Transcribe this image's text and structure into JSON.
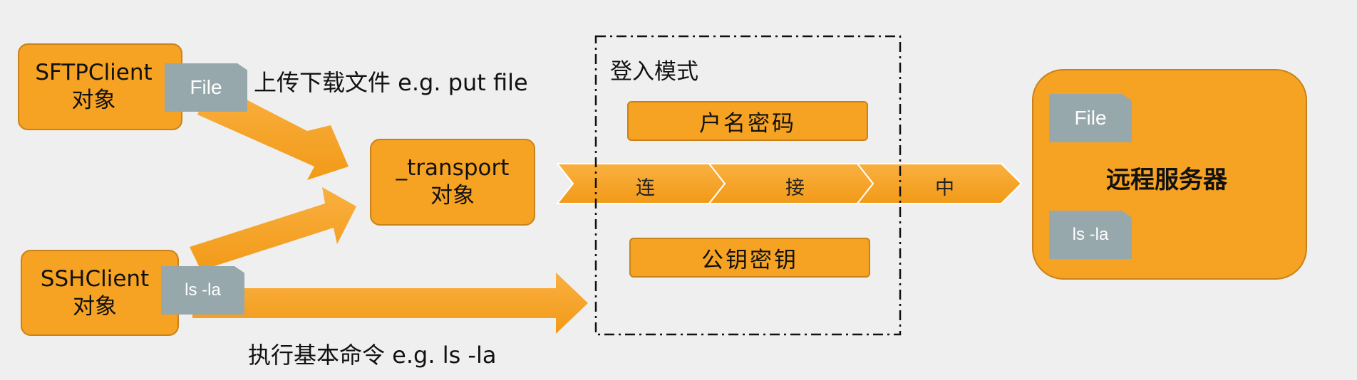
{
  "colors": {
    "accent": "#f6a222",
    "border": "#c9821a",
    "doc": "#97a8ad",
    "background": "#efefef"
  },
  "sftp_client": {
    "line1": "SFTPClient",
    "line2": "对象"
  },
  "ssh_client": {
    "line1": "SSHClient",
    "line2": "对象"
  },
  "transport": {
    "line1": "_transport",
    "line2": "对象"
  },
  "file_doc": "File",
  "ls_doc": "ls -la",
  "upload_label": "上传下载文件 e.g. put file",
  "exec_label": "执行基本命令 e.g. ls -la",
  "login_mode": {
    "title": "登入模式",
    "password": "户名密码",
    "pubkey": "公钥密钥"
  },
  "connecting": [
    "连",
    "接",
    "中"
  ],
  "remote_server": {
    "label": "远程服务器",
    "file_doc": "File",
    "ls_doc": "ls -la"
  }
}
